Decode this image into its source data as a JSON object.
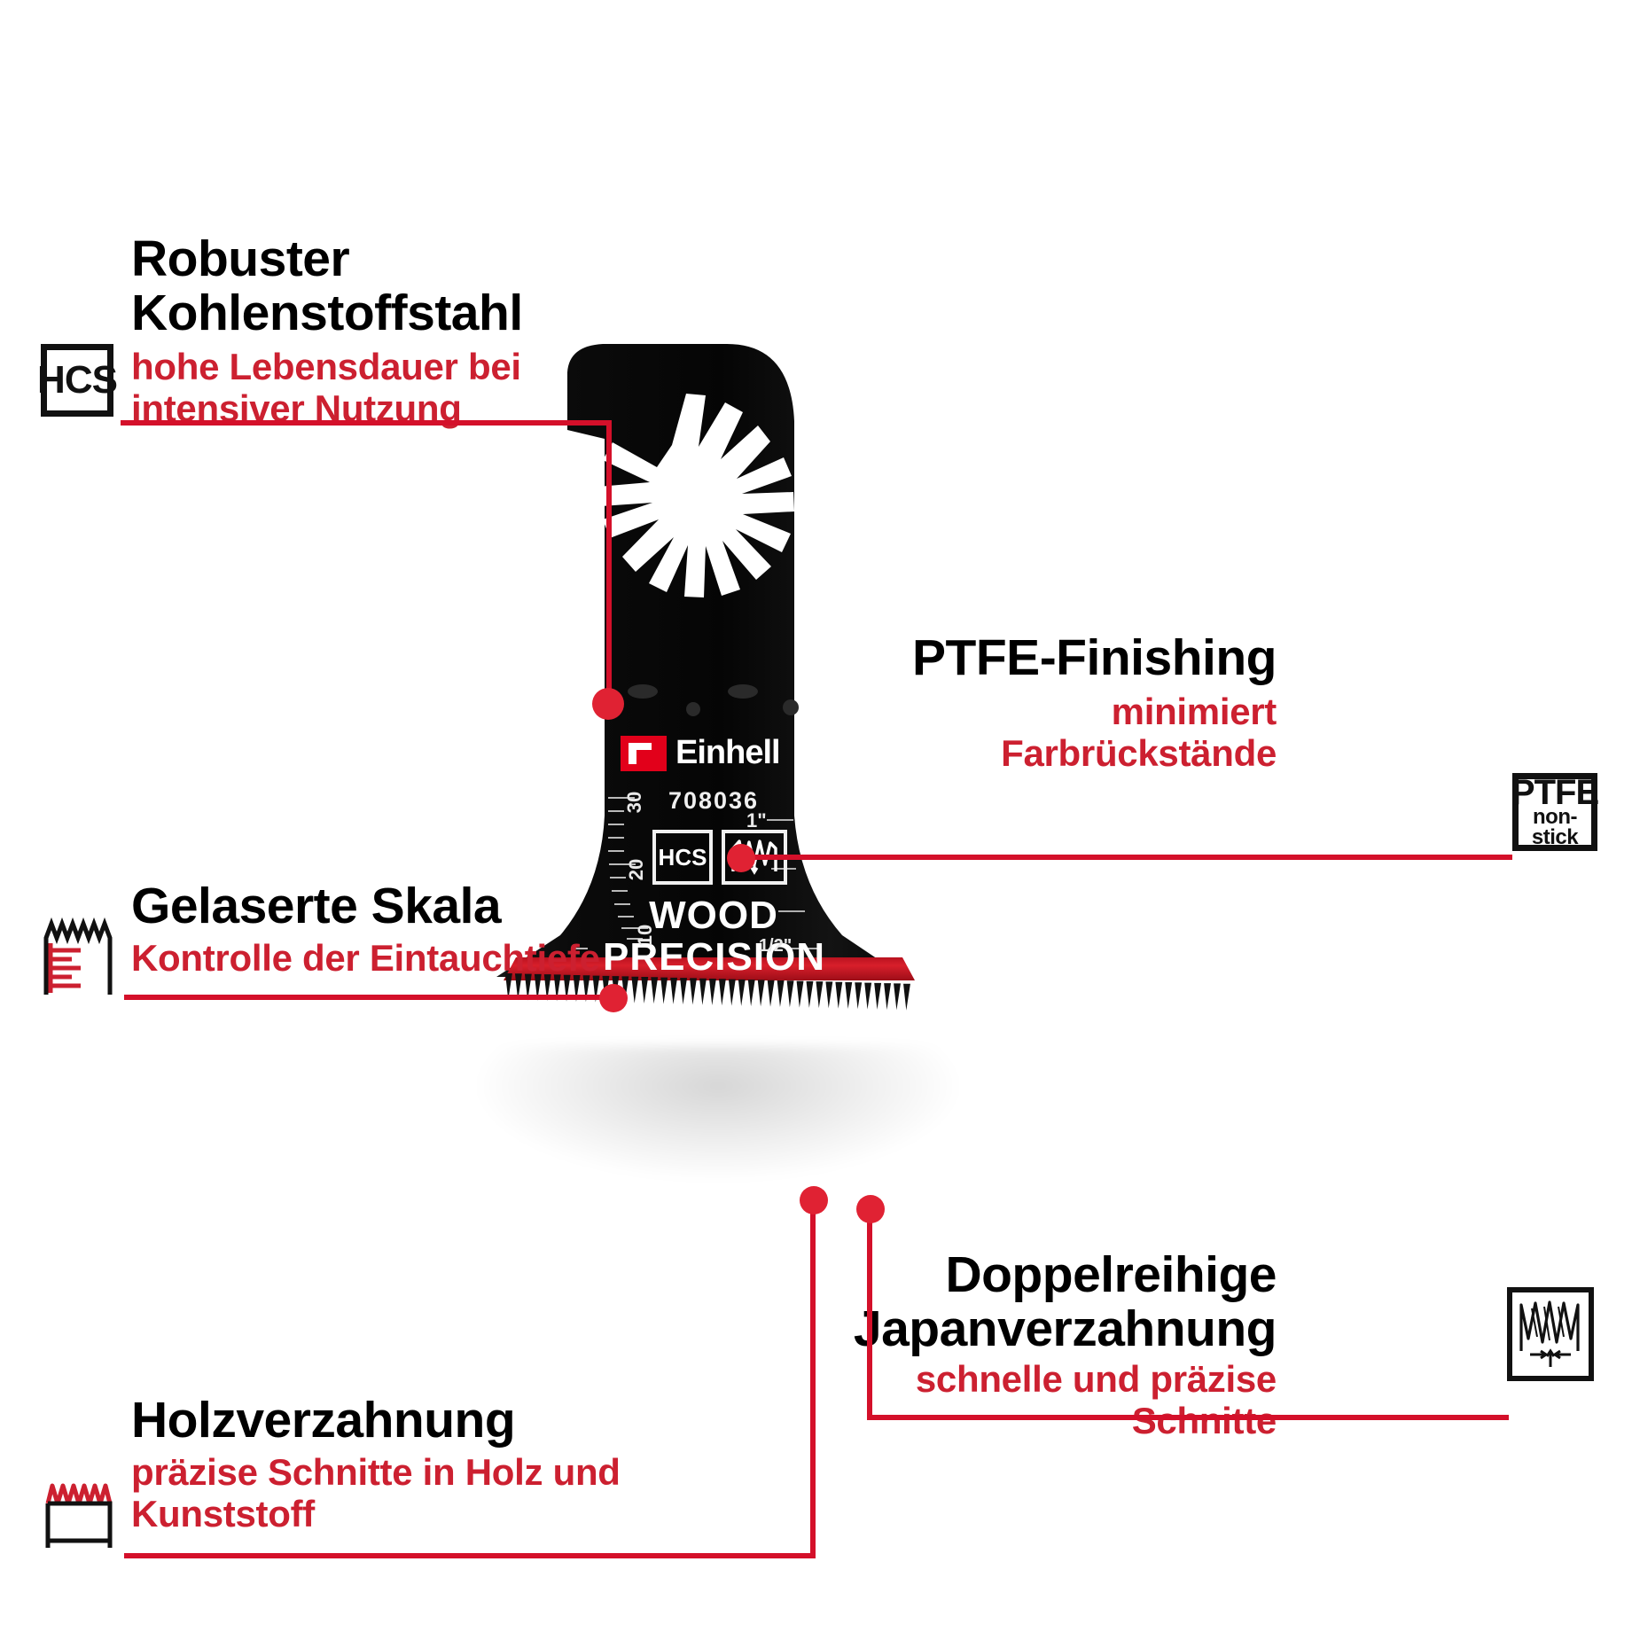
{
  "page": {
    "background": "#ffffff",
    "accent_red": "#cc2030",
    "line_red": "#d4102a",
    "text_black": "#000000"
  },
  "callouts": [
    {
      "id": "carbon-steel",
      "title": "Robuster\nKohlenstoffstahl",
      "subtitle": "hohe Lebensdauer bei\nintensiver Nutzung",
      "icon": {
        "name": "hcs-icon",
        "label": "HCS"
      }
    },
    {
      "id": "ptfe-finishing",
      "title": "PTFE-Finishing",
      "subtitle": "minimiert Farbrückstände",
      "icon": {
        "name": "ptfe-non-stick-icon",
        "label": "PTFE",
        "sublabel": "non-stick"
      }
    },
    {
      "id": "laser-scale",
      "title": "Gelaserte Skala",
      "subtitle": "Kontrolle der Eintauchtiefe",
      "icon": {
        "name": "laser-scale-icon",
        "label": ""
      }
    },
    {
      "id": "japanese-teeth",
      "title": "Doppelreihige\nJapanverzahnung",
      "subtitle": "schnelle und präzise Schnitte",
      "icon": {
        "name": "double-row-teeth-icon",
        "label": ""
      }
    },
    {
      "id": "wood-teeth",
      "title": "Holzverzahnung",
      "subtitle": "präzise Schnitte in Holz und\nKunststoff",
      "icon": {
        "name": "wood-teeth-icon",
        "label": ""
      }
    }
  ],
  "product": {
    "name": "blade-image",
    "brand": "Einhell",
    "article_number": "708036",
    "product_line": "WOOD\nPRECISION",
    "chips": [
      {
        "name": "hcs-chip",
        "label": "HCS"
      },
      {
        "name": "teeth-chip",
        "label": ""
      }
    ],
    "metric_scale": [
      "30",
      "20",
      "10"
    ],
    "imperial_scale": [
      "1\"",
      "1/2\""
    ]
  }
}
